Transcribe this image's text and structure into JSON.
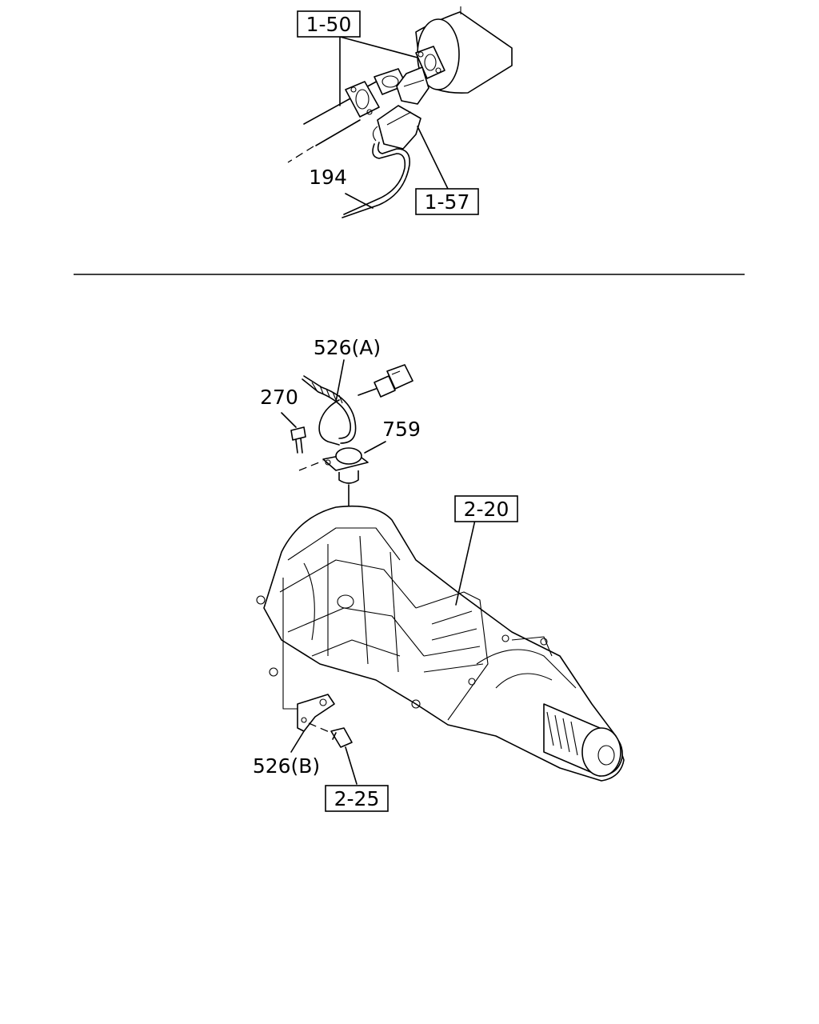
{
  "upper_view": {
    "callouts": {
      "ref_exhaust": "1-50",
      "ref_sensor_bracket": "1-57",
      "part_pipe": "194"
    }
  },
  "lower_view": {
    "callouts": {
      "part_harness_a": "526(A)",
      "part_bolt": "270",
      "part_sensor": "759",
      "ref_transmission": "2-20",
      "part_bracket_b": "526(B)",
      "ref_bolt_b": "2-25"
    }
  }
}
